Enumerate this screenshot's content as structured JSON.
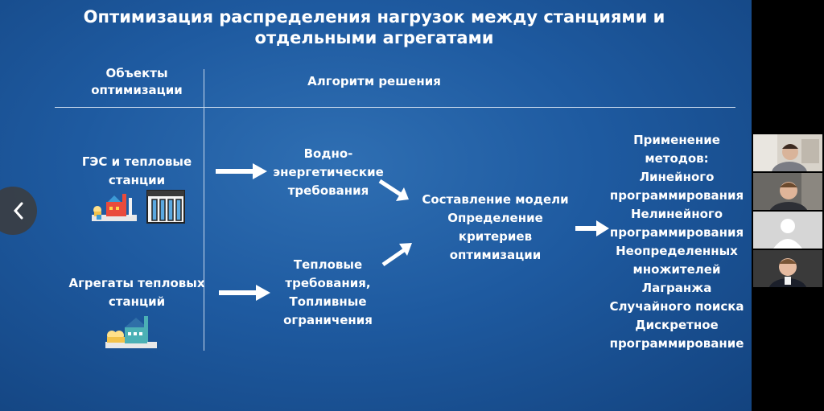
{
  "slide": {
    "title": "Оптимизация распределения нагрузок между станциями и отдельными агрегатами",
    "header_objects": "Объекты оптимизации",
    "header_algorithm": "Алгоритм решения",
    "row1_label": "ГЭС и тепловые станции",
    "row2_label": "Агрегаты тепловых станций",
    "req_water": "Водно-энергетические требования",
    "req_thermal": "Тепловые требования, Топливные ограничения",
    "model": "Составление модели Определение критериев оптимизации",
    "methods": "Применение методов: Линейного программирования Нелинейного программирования Неопределенных множителей Лагранжа Случайного поиска Дискретное программирование"
  },
  "icons": {
    "prev": "chevron-left-icon",
    "thermal_plant": "thermal-plant-icon",
    "hydro_plant": "hydro-dam-icon",
    "power_unit": "power-unit-icon",
    "arrow": "arrow-right-icon"
  },
  "colors": {
    "slide_bg": "#1e5aa0",
    "text": "#ffffff",
    "divider": "#c8d8ec"
  }
}
